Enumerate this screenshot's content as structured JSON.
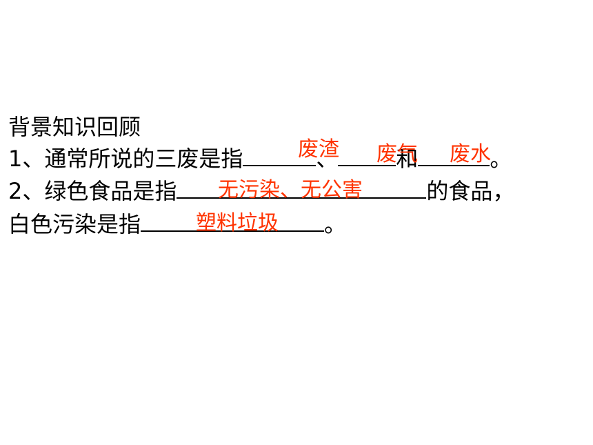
{
  "heading": "背景知识回顾",
  "q1": {
    "prefix": "1、通常所说的三废是指",
    "sep1": "、",
    "sep2": "和",
    "end": "。",
    "answers": [
      "废渣",
      "废气",
      "废水"
    ]
  },
  "q2": {
    "prefix": "2、绿色食品是指",
    "suffix": "的食品，",
    "answer": "无污染、无公害"
  },
  "q3": {
    "prefix": "白色污染是指",
    "end": "。",
    "answer": "塑料垃圾"
  },
  "colors": {
    "text": "#000000",
    "answer": "#ff3300"
  }
}
